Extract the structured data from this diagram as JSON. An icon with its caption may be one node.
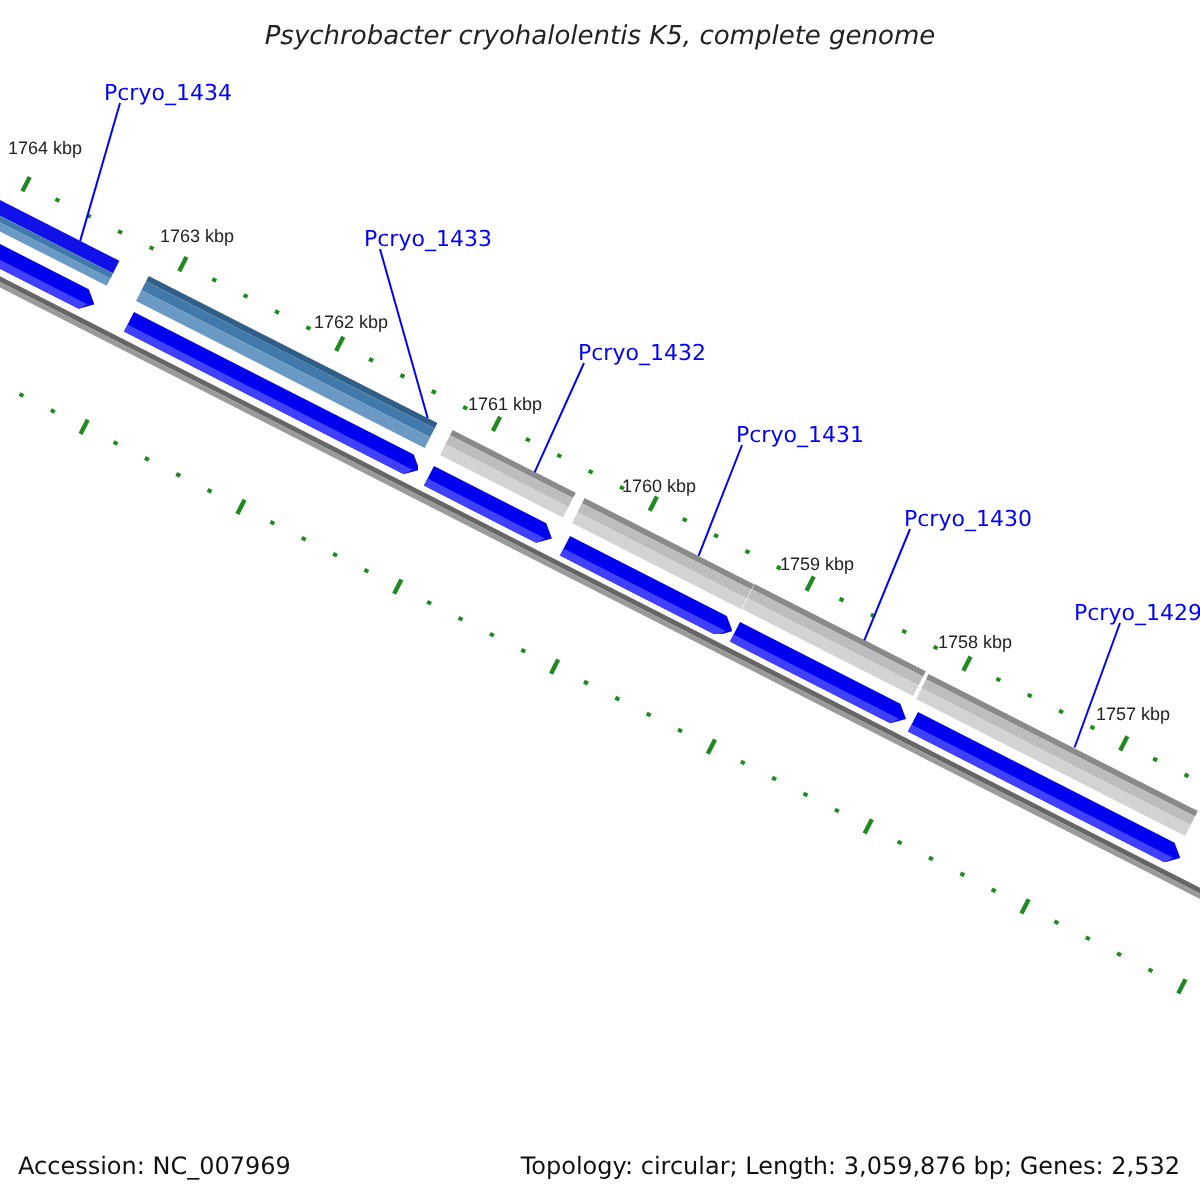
{
  "diagram": {
    "title": "Psychrobacter cryohalolentis K5, complete genome",
    "nodes": [
      {
        "text": [
          "Pcryo_1434"
        ]
      },
      {
        "text": [
          "Pcryo_1433"
        ]
      },
      {
        "text": [
          "Pcryo_1432"
        ]
      },
      {
        "text": [
          "Pcryo_1431"
        ]
      },
      {
        "text": [
          "Pcryo_1430"
        ]
      },
      {
        "text": [
          "Pcryo_1429"
        ]
      },
      {
        "text": [],
        "shape": "bar"
      },
      {
        "text": [],
        "shape": "bar"
      },
      {
        "text": [],
        "shape": "bar"
      },
      {
        "text": [],
        "shape": "bar"
      },
      {
        "text": [],
        "shape": "bar"
      },
      {
        "text": [],
        "shape": "bar"
      },
      {
        "text": [],
        "shape": "arrow"
      },
      {
        "text": [],
        "shape": "arrow"
      },
      {
        "text": [],
        "shape": "arrow"
      },
      {
        "text": [],
        "shape": "arrow"
      },
      {
        "text": [],
        "shape": "arrow"
      },
      {
        "text": [],
        "shape": "arrow"
      }
    ],
    "edges": [
      {
        "from": 0,
        "to": 6,
        "arrow": "none"
      },
      {
        "from": 1,
        "to": 7,
        "arrow": "none"
      },
      {
        "from": 2,
        "to": 8,
        "arrow": "none"
      },
      {
        "from": 3,
        "to": 9,
        "arrow": "none"
      },
      {
        "from": 4,
        "to": 10,
        "arrow": "none"
      },
      {
        "from": 5,
        "to": 11,
        "arrow": "none"
      }
    ],
    "labels": [
      "1764 kbp",
      "1763 kbp",
      "1762 kbp",
      "1761 kbp",
      "1760 kbp",
      "1759 kbp",
      "1758 kbp",
      "1757 kbp",
      "Accession: NC_007969",
      "Topology: circular; Length: 3,059,876 bp; Genes: 2,532"
    ]
  }
}
